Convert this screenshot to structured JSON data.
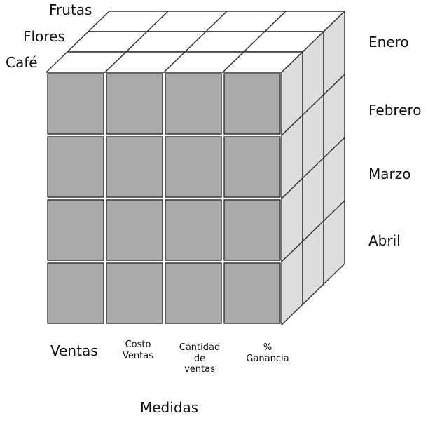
{
  "labels": {
    "depth": [
      "Frutas",
      "Flores",
      "Café"
    ],
    "rows": [
      "Enero",
      "Febrero",
      "Marzo",
      "Abril"
    ],
    "columns": [
      {
        "lines": [
          "Ventas"
        ]
      },
      {
        "lines": [
          "Costo",
          "Ventas"
        ]
      },
      {
        "lines": [
          "Cantidad",
          "de",
          "ventas"
        ]
      },
      {
        "lines": [
          "%",
          "Ganancia"
        ]
      }
    ],
    "axis_title": "Medidas"
  },
  "colors": {
    "front": "#aaaaaa",
    "top": "#ffffff",
    "side": "#dddddd",
    "edge": "#333333"
  }
}
